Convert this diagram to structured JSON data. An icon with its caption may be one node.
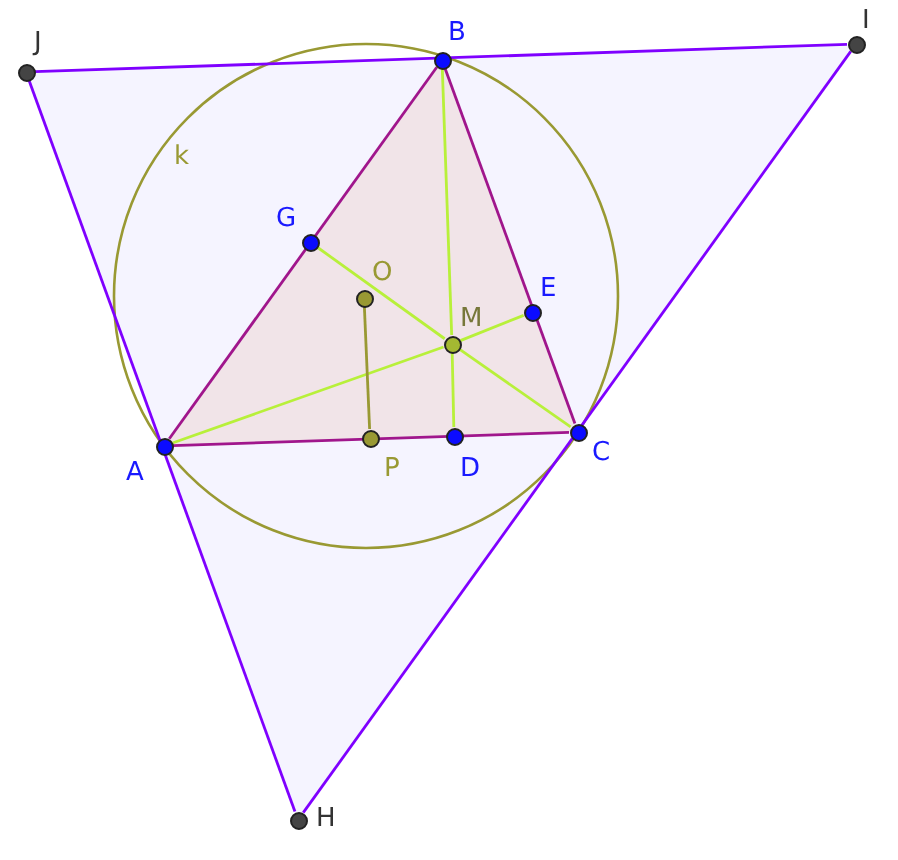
{
  "diagram": {
    "nodes": [
      {
        "text": [],
        "shape": "circle",
        "beside": [
          "J"
        ]
      },
      {
        "text": [],
        "shape": "circle",
        "beside": [
          "B"
        ]
      },
      {
        "text": [],
        "shape": "circle",
        "beside": [
          "I"
        ]
      },
      {
        "text": [],
        "shape": "circle",
        "beside": [
          "G"
        ]
      },
      {
        "text": [],
        "shape": "circle",
        "beside": [
          "O"
        ]
      },
      {
        "text": [],
        "shape": "circle",
        "beside": [
          "M"
        ]
      },
      {
        "text": [],
        "shape": "circle",
        "beside": [
          "E"
        ]
      },
      {
        "text": [],
        "shape": "circle",
        "beside": [
          "A"
        ]
      },
      {
        "text": [],
        "shape": "circle",
        "beside": [
          "P"
        ]
      },
      {
        "text": [],
        "shape": "circle",
        "beside": [
          "D"
        ]
      },
      {
        "text": [],
        "shape": "circle",
        "beside": [
          "C"
        ]
      },
      {
        "text": [],
        "shape": "circle",
        "beside": [
          "H"
        ]
      }
    ],
    "edges": [
      {
        "from": 0,
        "to": 2,
        "arrow": "none",
        "color": "#7f00ff"
      },
      {
        "from": 2,
        "to": 11,
        "arrow": "none",
        "color": "#7f00ff"
      },
      {
        "from": 11,
        "to": 0,
        "arrow": "none",
        "color": "#7f00ff"
      },
      {
        "from": 7,
        "to": 1,
        "arrow": "none",
        "color": "#a0168c"
      },
      {
        "from": 1,
        "to": 10,
        "arrow": "none",
        "color": "#a0168c"
      },
      {
        "from": 10,
        "to": 7,
        "arrow": "none",
        "color": "#a0168c"
      },
      {
        "from": 7,
        "to": 5,
        "arrow": "none"
      },
      {
        "from": 5,
        "to": 6,
        "arrow": "none"
      },
      {
        "from": 1,
        "to": 5,
        "arrow": "none"
      },
      {
        "from": 5,
        "to": 9,
        "arrow": "none"
      },
      {
        "from": 10,
        "to": 5,
        "arrow": "none"
      },
      {
        "from": 5,
        "to": 3,
        "arrow": "none"
      },
      {
        "from": 4,
        "to": 8,
        "arrow": "none",
        "color": "#999933"
      }
    ],
    "labels": [
      "k"
    ]
  }
}
